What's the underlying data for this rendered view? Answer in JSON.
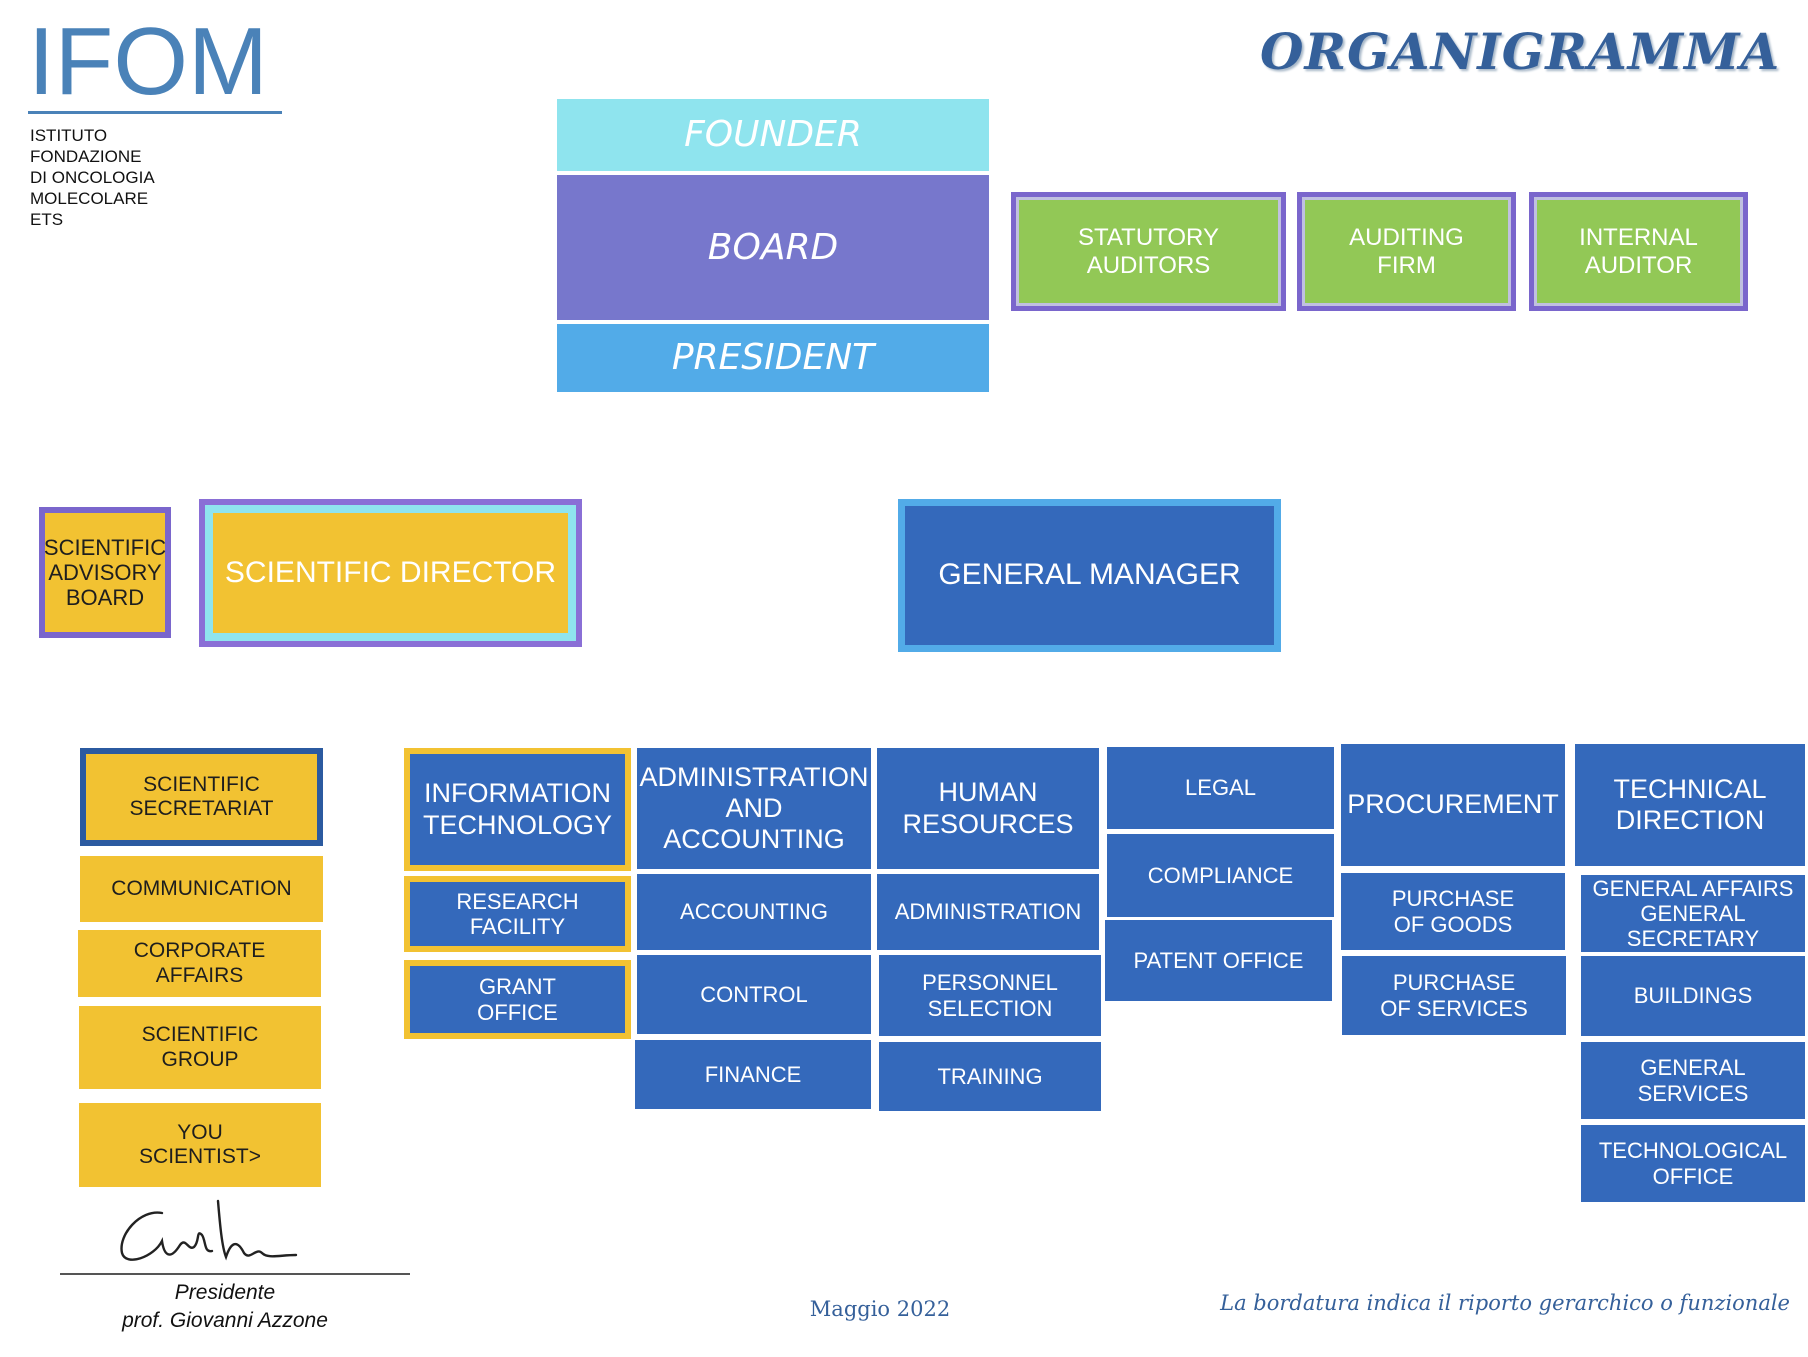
{
  "header": {
    "logo_text": "IFOM",
    "logo_subtitle_lines": [
      "ISTITUTO",
      "FONDAZIONE",
      "DI ONCOLOGIA",
      "MOLECOLARE",
      "ETS"
    ],
    "title": "ORGANIGRAMMA"
  },
  "governance": {
    "founder": "FOUNDER",
    "board": "BOARD",
    "president": "PRESIDENT",
    "statutory_auditors": "STATUTORY\nAUDITORS",
    "auditing_firm": "AUDITING\nFIRM",
    "internal_auditor": "INTERNAL\nAUDITOR"
  },
  "management": {
    "scientific_advisory_board": "SCIENTIFIC\nADVISORY\nBOARD",
    "scientific_director": "SCIENTIFIC DIRECTOR",
    "general_manager": "GENERAL MANAGER"
  },
  "scientific_units": {
    "secretariat": "SCIENTIFIC\nSECRETARIAT",
    "communication": "COMMUNICATION",
    "corporate_affairs": "CORPORATE\nAFFAIRS",
    "scientific_group": "SCIENTIFIC\nGROUP",
    "you_scientist": "YOU\nSCIENTIST>"
  },
  "departments": {
    "it": {
      "head": "INFORMATION\nTECHNOLOGY",
      "items": [
        "RESEARCH\nFACILITY",
        "GRANT\nOFFICE"
      ]
    },
    "admin": {
      "head": "ADMINISTRATION\nAND\nACCOUNTING",
      "items": [
        "ACCOUNTING",
        "CONTROL",
        "FINANCE"
      ]
    },
    "hr": {
      "head": "HUMAN\nRESOURCES",
      "items": [
        "ADMINISTRATION",
        "PERSONNEL\nSELECTION",
        "TRAINING"
      ]
    },
    "legal": {
      "items": [
        "LEGAL",
        "COMPLIANCE",
        "PATENT OFFICE"
      ]
    },
    "procurement": {
      "head": "PROCUREMENT",
      "items": [
        "PURCHASE\nOF GOODS",
        "PURCHASE\nOF SERVICES"
      ]
    },
    "technical": {
      "head": "TECHNICAL\nDIRECTION",
      "items": [
        "GENERAL AFFAIRS\nGENERAL SECRETARY",
        "BUILDINGS",
        "GENERAL\nSERVICES",
        "TECHNOLOGICAL\nOFFICE"
      ]
    }
  },
  "footer": {
    "signature_role": "Presidente",
    "signature_name": "prof. Giovanni Azzone",
    "date": "Maggio 2022",
    "note": "La bordatura indica il riporto gerarchico o funzionale"
  },
  "colors": {
    "navy_box": "#3469bb",
    "yellow_box": "#f2c232",
    "green_box": "#92c856",
    "purple_border": "#7a66cc",
    "title_blue": "#35609a"
  }
}
